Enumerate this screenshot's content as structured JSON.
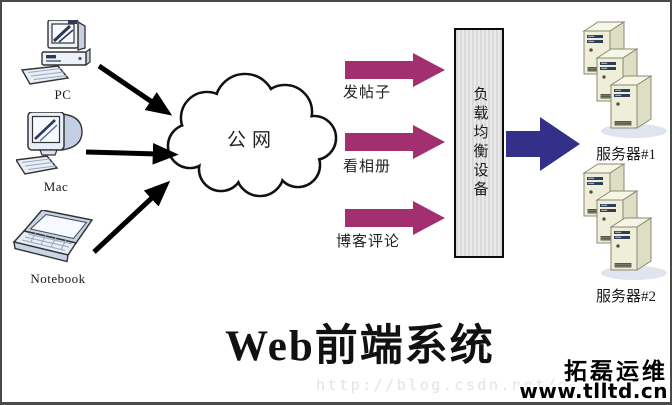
{
  "title": {
    "text": "Web前端系统"
  },
  "clients": [
    {
      "label": "PC",
      "icon": "desktop-pc-icon"
    },
    {
      "label": "Mac",
      "icon": "mac-monitor-icon"
    },
    {
      "label": "Notebook",
      "icon": "laptop-icon"
    }
  ],
  "cloud": {
    "label": "公网",
    "icon": "cloud-icon"
  },
  "requests": [
    {
      "label": "发帖子"
    },
    {
      "label": "看相册"
    },
    {
      "label": "博客评论"
    }
  ],
  "load_balancer": {
    "label": "负载均衡设备"
  },
  "servers": [
    {
      "label": "服务器#1",
      "icon": "server-stack-icon"
    },
    {
      "label": "服务器#2",
      "icon": "server-stack-icon"
    }
  ],
  "watermark": {
    "text": "http://blog.csdn.net/din"
  },
  "logo": {
    "name": "拓磊运维",
    "site": "www.tlltd.cn"
  },
  "colors": {
    "request_arrow": "#A23070",
    "balancer_arrow": "#34308A",
    "client_arrow": "#000000",
    "load_balancer_fill": "#E0E0E0",
    "server_body": "#EFEFD9"
  }
}
